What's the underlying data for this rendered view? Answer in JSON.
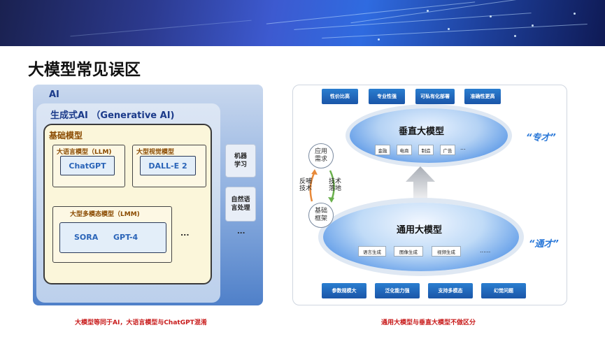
{
  "title": "大模型常见误区",
  "left": {
    "ai_label": "AI",
    "genai_label": "生成式AI （Generative AI)",
    "base_label": "基础模型",
    "llm_label": "大语言模型（LLM)",
    "llm_item": "ChatGPT",
    "vision_label": "大型视觉模型",
    "vision_item": "DALL-E 2",
    "lmm_label": "大型多模态模型（LMM)",
    "lmm_items": [
      "SORA",
      "GPT-4"
    ],
    "more": "...",
    "side": [
      "机器\n学习",
      "自然语\n言处理",
      "..."
    ],
    "caption": "大模型等同于AI，大语言模型与ChatGPT混淆"
  },
  "right": {
    "top_tags": [
      "性价比高",
      "专业性强",
      "可私有化部署",
      "准确性更高"
    ],
    "vertical_title": "垂直大模型",
    "vertical_items": [
      "金融",
      "电商",
      "制造",
      "广告",
      "..."
    ],
    "general_title": "通用大模型",
    "general_items": [
      "语言生成",
      "图像生成",
      "视频生成",
      "......"
    ],
    "bottom_tags": [
      "参数规模大",
      "泛化能力强",
      "支持多模态",
      "幻觉问题"
    ],
    "circle_top": "应用\n需求",
    "circle_bottom": "基础\n框架",
    "arrow_left": "反哺\n技术",
    "arrow_right": "技术\n落地",
    "slogan_top": "“专才”",
    "slogan_bottom": "“通才”",
    "caption": "通用大模型与垂直大模型不做区分"
  },
  "colors": {
    "accent_blue": "#2a78d8",
    "caption_red": "#c81a1a",
    "label_brown": "#8a4a00"
  }
}
